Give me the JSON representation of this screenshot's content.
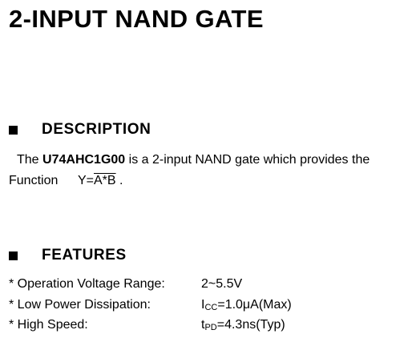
{
  "title": "2-INPUT NAND GATE",
  "description": {
    "heading": "DESCRIPTION",
    "line1_prefix": "The",
    "part_number": "U74AHC1G00",
    "line1_suffix": "is a 2-input NAND gate which provides the",
    "line2_prefix": "Function",
    "formula_y": "Y=",
    "formula_expr": "A*B",
    "line2_suffix": " ."
  },
  "features": {
    "heading": "FEATURES",
    "items": [
      {
        "label": "* Operation Voltage Range:",
        "value_main": "2~5.5V",
        "value_sub": "",
        "value_rest": ""
      },
      {
        "label": "* Low Power Dissipation:",
        "value_main": "I",
        "value_sub": "CC",
        "value_rest": "=1.0μA(Max)"
      },
      {
        "label": "* High Speed:",
        "value_main": "t",
        "value_sub": "PD",
        "value_rest": "=4.3ns(Typ)"
      }
    ]
  },
  "icons": {
    "bullet": "square-bullet-icon"
  }
}
